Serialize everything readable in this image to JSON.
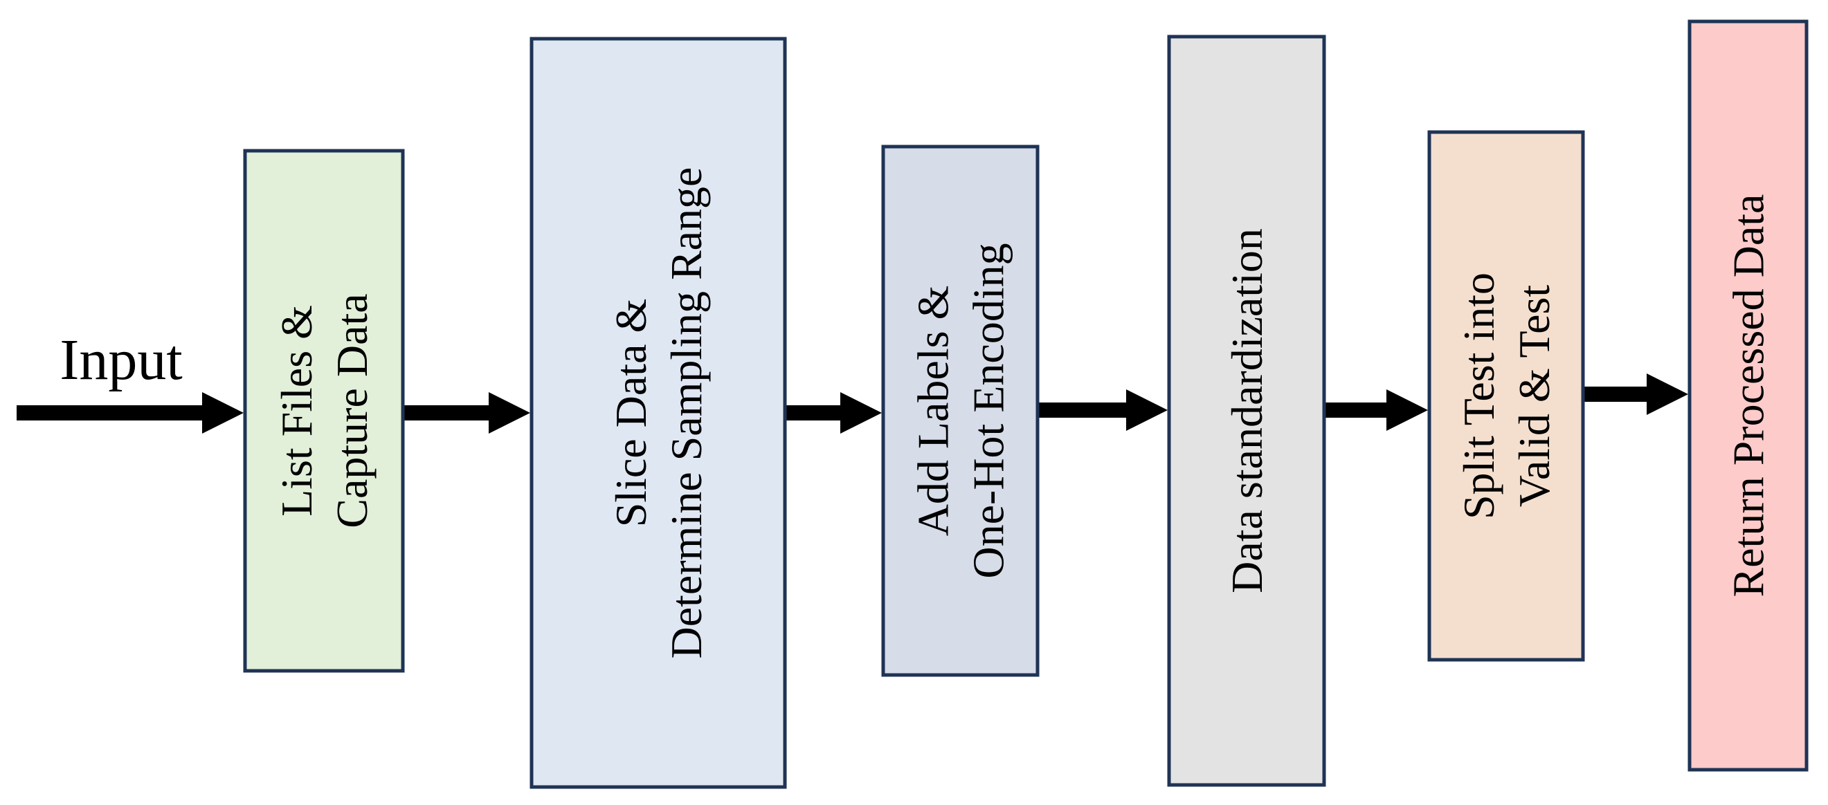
{
  "input_label": "Input",
  "steps": [
    {
      "id": "list-files",
      "lines": [
        "List Files &",
        "Capture Data"
      ],
      "fill": "#e2efd9"
    },
    {
      "id": "slice-data",
      "lines": [
        "Slice Data &",
        "Determine Sampling Range"
      ],
      "fill": "#dfe7f3"
    },
    {
      "id": "add-labels",
      "lines": [
        "Add Labels &",
        "One-Hot Encoding"
      ],
      "fill": "#d6dce8"
    },
    {
      "id": "standardization",
      "lines": [
        "Data standardization"
      ],
      "fill": "#e3e3e3"
    },
    {
      "id": "split-test",
      "lines": [
        "Split Test into",
        "Valid & Test"
      ],
      "fill": "#f4dfcf"
    },
    {
      "id": "return-data",
      "lines": [
        "Return Processed Data"
      ],
      "fill": "#fccbca"
    }
  ],
  "colors": {
    "border": "#1f3355",
    "arrow": "#000000",
    "text": "#000000"
  }
}
